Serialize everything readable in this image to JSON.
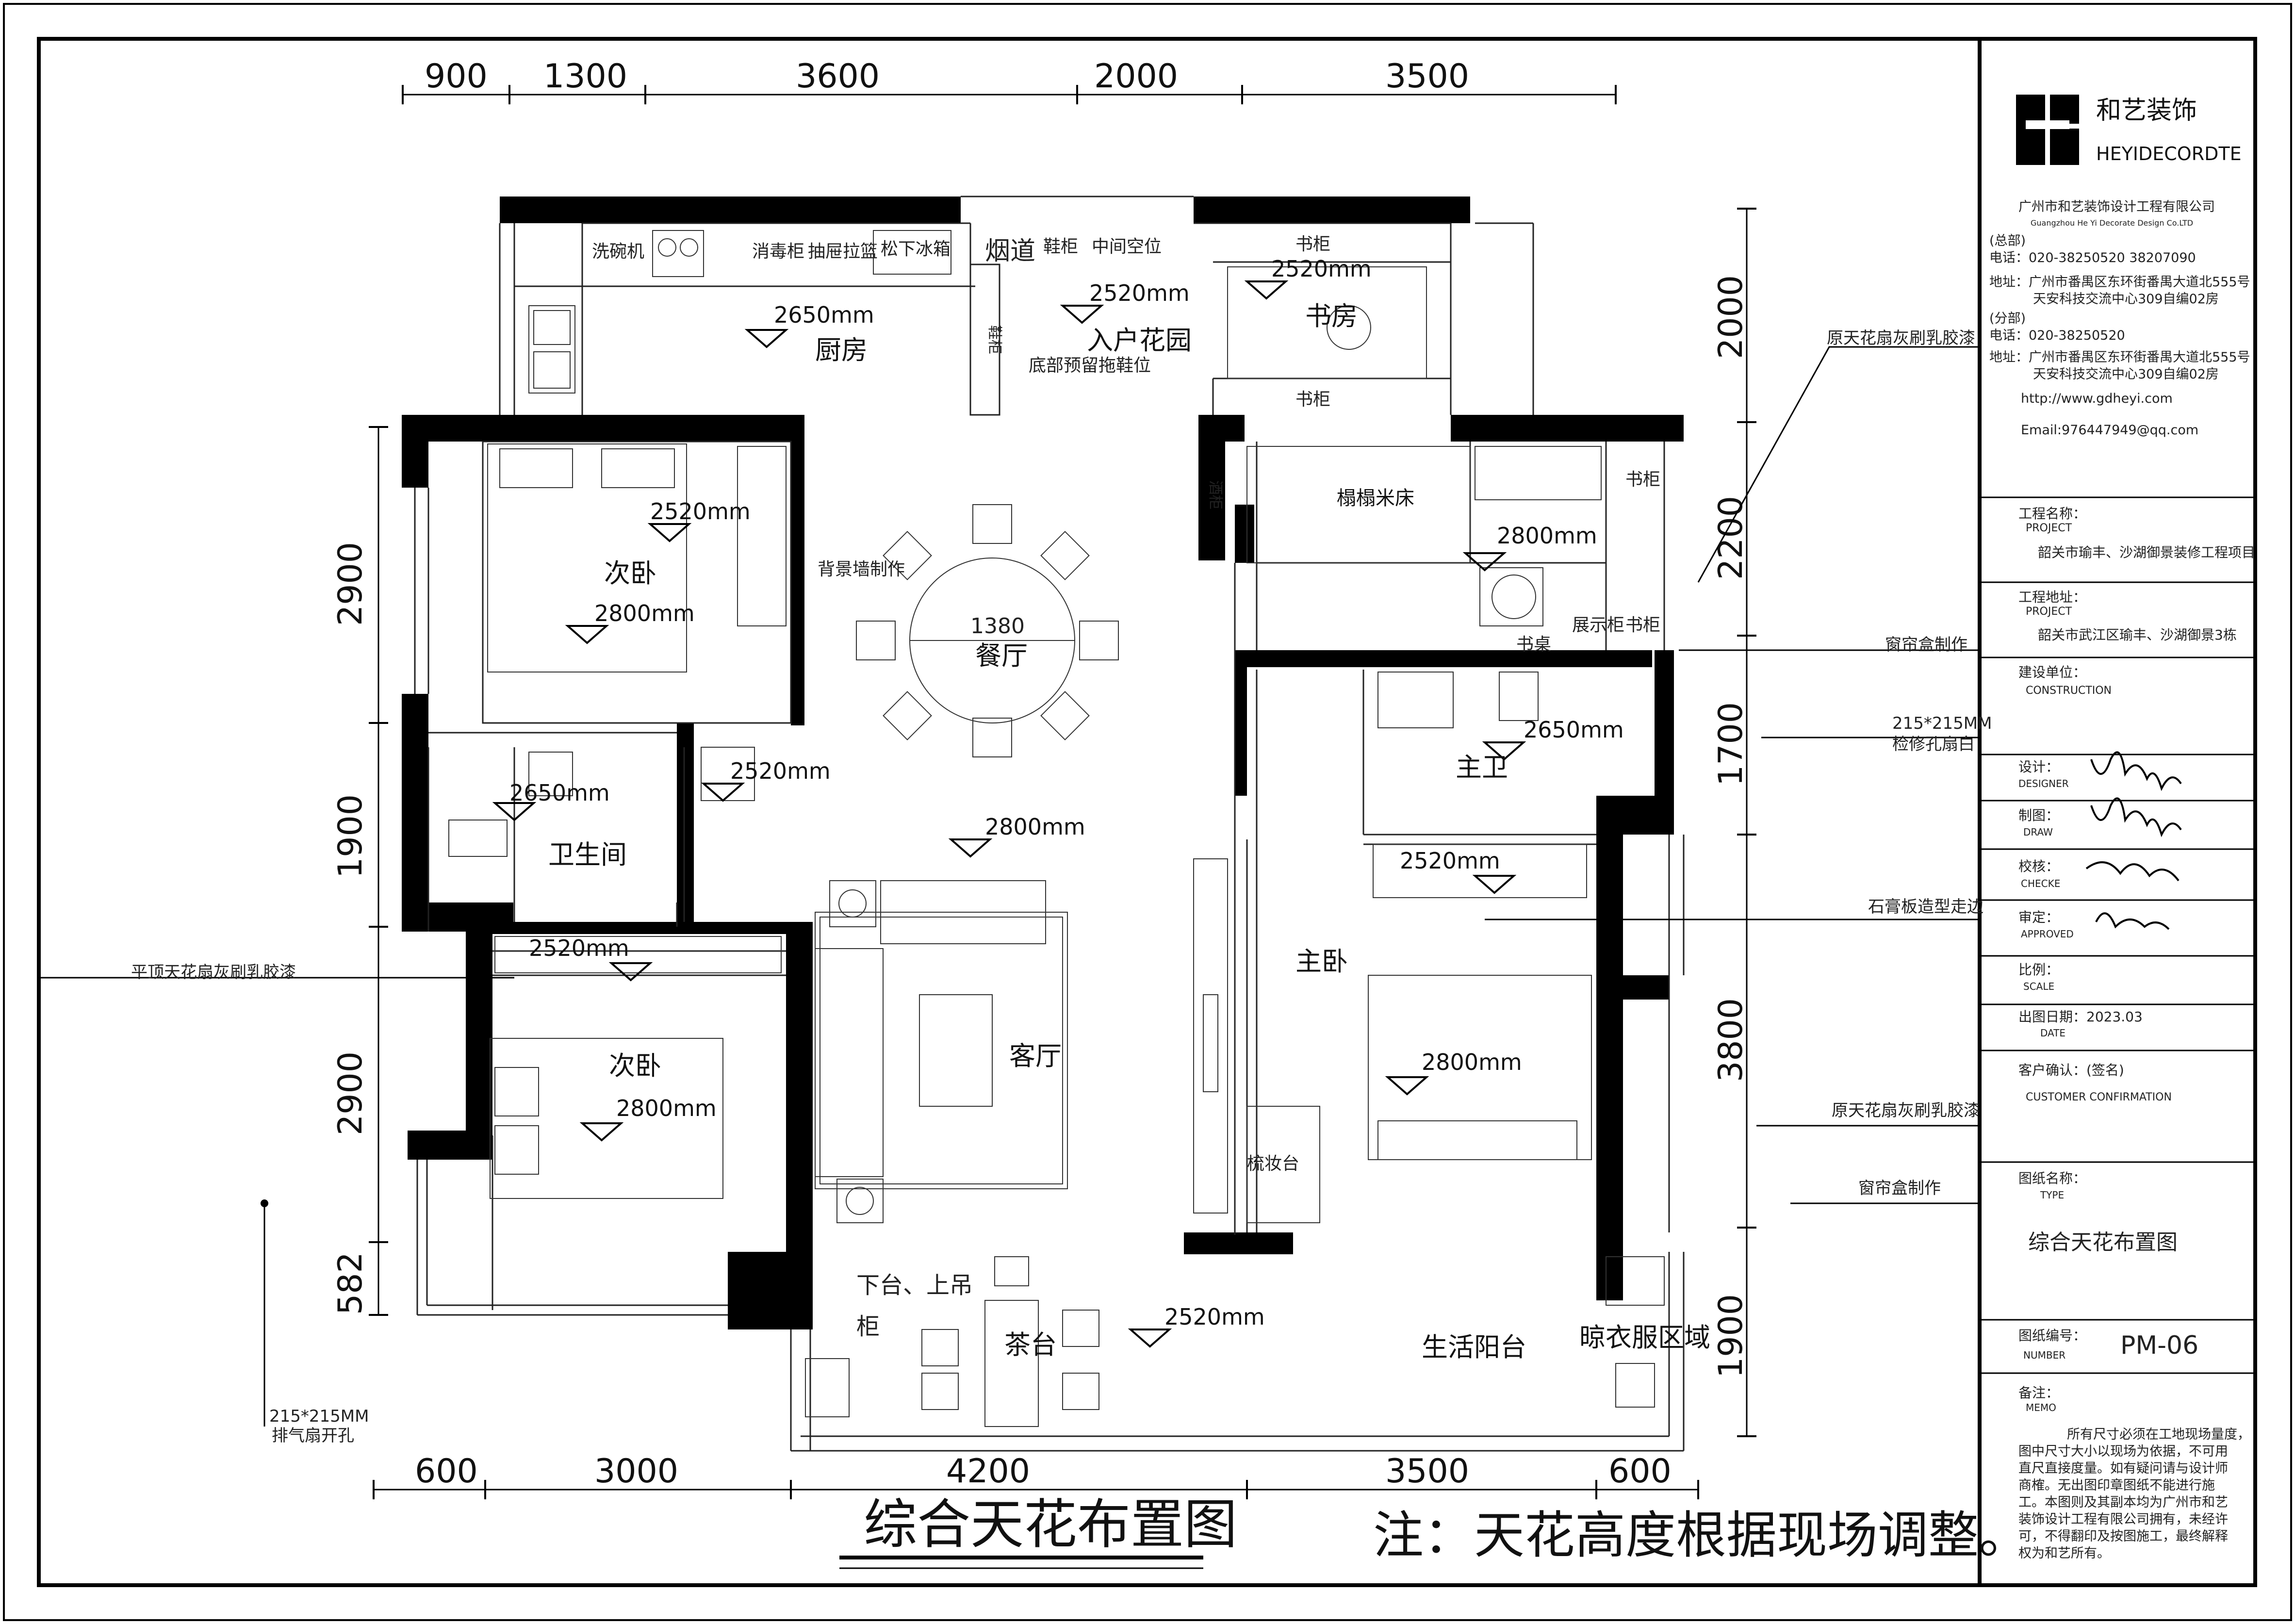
{
  "dims_top": [
    "900",
    "1300",
    "3600",
    "2000",
    "3500"
  ],
  "dims_bottom": [
    "600",
    "3000",
    "4200",
    "3500",
    "600"
  ],
  "dims_left": [
    "2900",
    "1900",
    "2900",
    "582"
  ],
  "dims_right": [
    "2000",
    "2200",
    "1700",
    "3800",
    "1900"
  ],
  "rooms": {
    "kitchen": "厨房",
    "entry_garden": "入户花园",
    "study": "书房",
    "dining": "餐厅",
    "living": "客厅",
    "bedroom2": "次卧",
    "bathroom": "卫生间",
    "bedroom3": "次卧",
    "master_bath": "主卫",
    "master_bedroom": "主卧",
    "tea": "茶台",
    "balcony": "生活阳台",
    "drying": "晾衣服区域",
    "tatami": "榻榻米床"
  },
  "heights": {
    "kitchen": "2650mm",
    "entry": "2520mm",
    "study": "2520mm",
    "bedroom2_a": "2520mm",
    "bedroom2_b": "2800mm",
    "corridor": "2520mm",
    "bathroom": "2650mm",
    "living": "2800mm",
    "bedroom3_a": "2520mm",
    "bedroom3_b": "2800mm",
    "tatami": "2800mm",
    "master_bath": "2650mm",
    "master_cab": "2520mm",
    "master_bed": "2800mm",
    "tea": "2520mm"
  },
  "fixtures": {
    "dishwasher": "洗碗机",
    "disinfect": "消毒柜",
    "pull_basket": "抽屉拉篮",
    "fridge": "松下冰箱",
    "flue": "烟道",
    "shoe_cab": "鞋柜",
    "mid_space": "中间空位",
    "shoe_cab_v": "鞋柜",
    "shoe_note": "底部预留拖鞋位",
    "bookcase_top": "书柜",
    "bookcase_bottom": "书柜",
    "bg_wall": "背景墙制作",
    "table_dia": "1380",
    "wine_cab": "酒柜",
    "bookcase_r1": "书柜",
    "bookcase_r2": "书柜",
    "display": "展示柜",
    "desk": "书桌",
    "dresser": "梳妆台",
    "down_up_cab_1": "下台、上吊",
    "down_up_cab_2": "柜"
  },
  "notes": {
    "right_1": "原天花扇灰刷乳胶漆",
    "right_2": "窗帘盒制作",
    "right_3a": "215*215MM",
    "right_3b": "检修孔扇白",
    "right_4": "石膏板造型走边",
    "right_5": "原天花扇灰刷乳胶漆",
    "right_6": "窗帘盒制作",
    "left_1": "平顶天花扇灰刷乳胶漆",
    "left_2a": "215*215MM",
    "left_2b": "排气扇开孔"
  },
  "bottom_title": "综合天花布置图",
  "bottom_note": "注：天花高度根据现场调整。",
  "titleblock": {
    "brand_cn": "和艺装饰",
    "brand_en": "HEYIDECORDTE",
    "company": "广州市和艺装饰设计工程有限公司",
    "company_en": "Guangzhou He Yi Decorate Design Co.LTD",
    "hq_label": "(总部)",
    "hq_phone": "电话：020-38250520 38207090",
    "hq_addr1": "地址：广州市番禺区东环街番禺大道北555号",
    "hq_addr2": "天安科技交流中心309自编02房",
    "br_label": "(分部)",
    "br_phone": "电话：020-38250520",
    "br_addr1": "地址：广州市番禺区东环街番禺大道北555号",
    "br_addr2": "天安科技交流中心309自编02房",
    "web": "http://www.gdheyi.com",
    "email": "Email:976447949@qq.com",
    "proj_label": "工程名称：",
    "proj_en": "PROJECT",
    "proj_value": "韶关市瑜丰、沙湖御景装修工程项目",
    "addr_label": "工程地址：",
    "addr_en": "PROJECT",
    "addr_value": "韶关市武江区瑜丰、沙湖御景3栋",
    "constr_label": "建设单位：",
    "constr_en": "CONSTRUCTION",
    "designer_label": "设计：",
    "designer_en": "DESIGNER",
    "draw_label": "制图：",
    "draw_en": "DRAW",
    "check_label": "校核：",
    "check_en": "CHECKE",
    "approve_label": "审定：",
    "approve_en": "APPROVED",
    "scale_label": "比例：",
    "scale_en": "SCALE",
    "date_label": "出图日期：2023.03",
    "date_en": "DATE",
    "customer_label": "客户确认：(签名)",
    "customer_en": "CUSTOMER CONFIRMATION",
    "type_label": "图纸名称：",
    "type_en": "TYPE",
    "type_value": "综合天花布置图",
    "number_label": "图纸编号：",
    "number_en": "NUMBER",
    "number_value": "PM-06",
    "memo_label": "备注：",
    "memo_en": "MEMO",
    "memo_1": "所有尺寸必须在工地现场量度，",
    "memo_2": "图中尺寸大小以现场为依据，不可用",
    "memo_3": "直尺直接度量。如有疑问请与设计师",
    "memo_4": "商榷。无出图印章图纸不能进行施",
    "memo_5": "工。本图则及其副本均为广州市和艺",
    "memo_6": "装饰设计工程有限公司拥有，未经许",
    "memo_7": "可，不得翻印及按图施工，最终解释",
    "memo_8": "权为和艺所有。"
  }
}
